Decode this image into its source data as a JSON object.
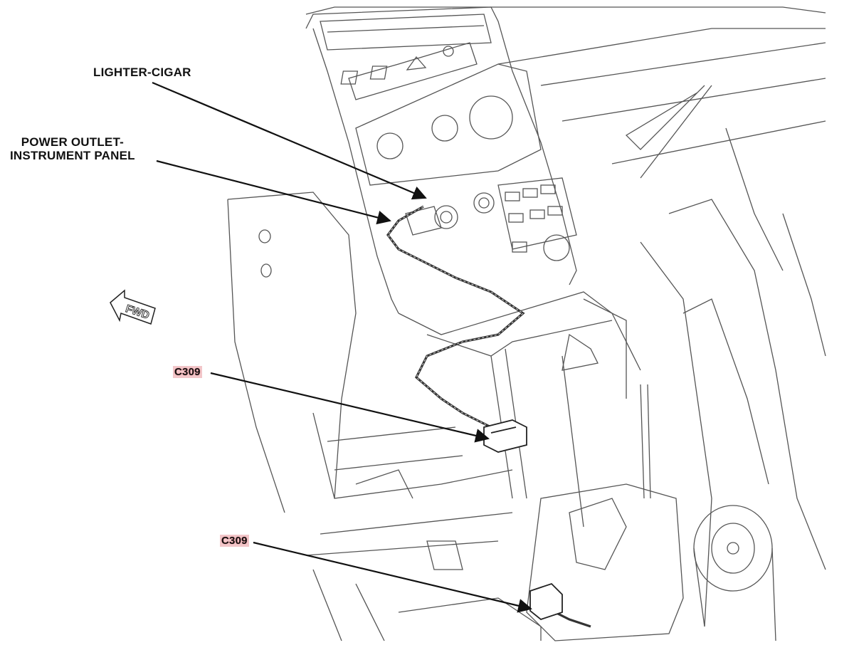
{
  "callouts": {
    "lighter_cigar": "LIGHTER-CIGAR",
    "power_outlet_line1": "POWER OUTLET-",
    "power_outlet_line2": "INSTRUMENT PANEL",
    "c309_upper": "C309",
    "c309_lower": "C309"
  },
  "fwd_arrow": {
    "label": "FWD",
    "icon": "forward-arrow-icon"
  },
  "colors": {
    "line": "#444444",
    "leader": "#111111",
    "connector_highlight": "#f2c6c9",
    "wire": "#333333"
  }
}
